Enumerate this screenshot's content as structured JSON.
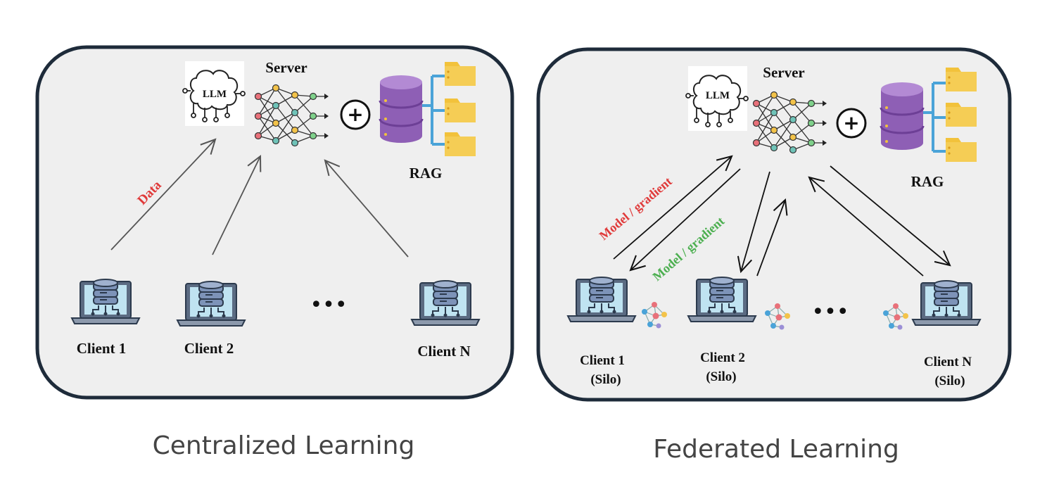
{
  "centralized": {
    "caption": "Centralized Learning",
    "server_label": "Server",
    "llm_label": "LLM",
    "plus": "+",
    "rag_label": "RAG",
    "data_label": "Data",
    "clients": [
      {
        "name": "Client 1"
      },
      {
        "name": "Client 2"
      },
      {
        "name": "Client N"
      }
    ],
    "ellipsis": "•••"
  },
  "federated": {
    "caption": "Federated Learning",
    "server_label": "Server",
    "llm_label": "LLM",
    "plus": "+",
    "rag_label": "RAG",
    "up_label": "Model / gradient",
    "down_label": "Model / gradient",
    "clients": [
      {
        "name": "Client 1",
        "sub": "(Silo)"
      },
      {
        "name": "Client 2",
        "sub": "(Silo)"
      },
      {
        "name": "Client N",
        "sub": "(Silo)"
      }
    ],
    "ellipsis": "•••"
  },
  "colors": {
    "panel_fill": "#efefef",
    "panel_stroke": "#1e2b3a",
    "red_label": "#e03a3a",
    "green_label": "#4caf50",
    "cylinder_purple": "#8e5fb5",
    "folder_yellow": "#f2c23b",
    "connector_blue": "#4aa3d8"
  }
}
